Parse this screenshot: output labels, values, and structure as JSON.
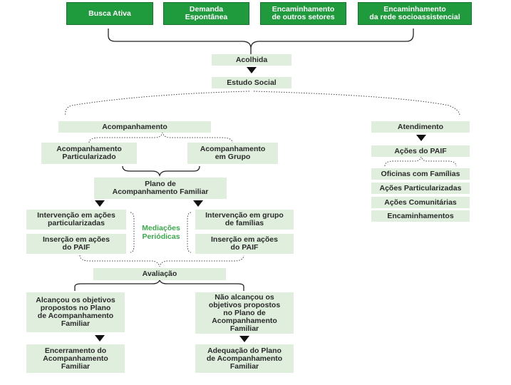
{
  "sources": [
    "Busca Ativa",
    "Demanda\nEspontânea",
    "Encaminhamento\nde outros setores",
    "Encaminhamento\nda rede socioassistencial"
  ],
  "main": {
    "acolhida": "Acolhida",
    "estudo_social": "Estudo Social"
  },
  "left": {
    "acompanhamento": "Acompanhamento",
    "particularizado": "Acompanhamento\nParticularizado",
    "grupo": "Acompanhamento\nem Grupo",
    "plano": "Plano de\nAcompanhamento Familiar",
    "intervencao_acoes": "Intervenção em ações\nparticularizadas",
    "insercao_left": "Inserção em ações\ndo PAIF",
    "mediacoes": "Mediações\nPeriódicas",
    "intervencao_grupo": "Intervenção em grupo\nde famílias",
    "insercao_right": "Inserção em ações\ndo PAIF",
    "avaliacao": "Avaliação",
    "alcancou": "Alcançou os objetivos\npropostos no Plano\nde Acompanhamento\nFamiliar",
    "nao_alcancou": "Não alcançou os\nobjetivos propostos\nno Plano de\nAcompanhamento\nFamiliar",
    "encerramento": "Encerramento do\nAcompanhamento\nFamiliar",
    "adequacao": "Adequação do Plano\nde Acompanhamento\nFamiliar"
  },
  "right": {
    "atendimento": "Atendimento",
    "acoes_paif": "Ações do PAIF",
    "items": [
      "Oficinas com Famílias",
      "Ações Particularizadas",
      "Ações Comunitárias",
      "Encaminhamentos"
    ]
  },
  "colors": {
    "dark_green": "#1f9a3c",
    "light_green": "#dfeedd",
    "accent_text": "#3aa94a",
    "arrow": "#111111"
  }
}
